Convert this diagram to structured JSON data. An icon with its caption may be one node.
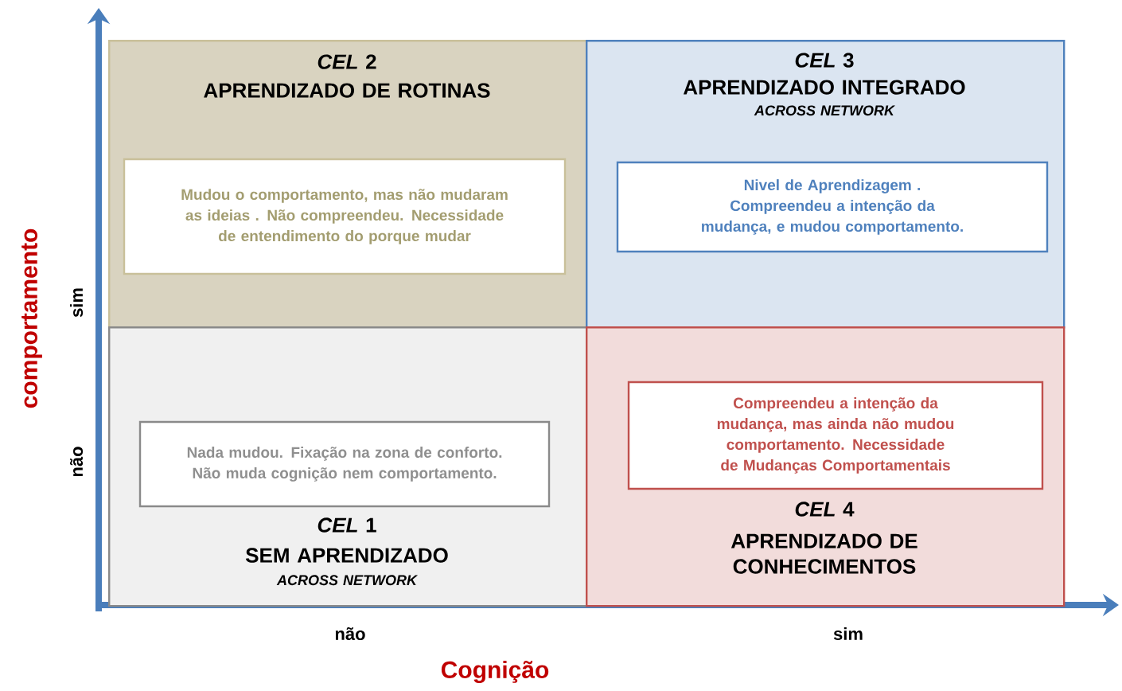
{
  "diagram": {
    "nodes": [
      {
        "text": [
          "*CEL* 2",
          "APRENDIZADO DE ROTINAS"
        ]
      },
      {
        "text": [
          "Mudou o comportamento, mas não mudaram as ideias . Não compreendeu. Necessidade de entendimento do porque mudar"
        ],
        "in": 0
      },
      {
        "text": [
          "*CEL* 3",
          "APRENDIZADO INTEGRADO",
          "ACROSS NETWORK"
        ]
      },
      {
        "text": [
          "Nivel de Aprendizagem . Compreendeu a intenção da mudança, e mudou comportamento."
        ],
        "in": 2
      },
      {
        "text": [
          "*CEL* 1",
          "SEM APRENDIZADO",
          "ACROSS NETWORK"
        ]
      },
      {
        "text": [
          "Nada mudou. Fixação na zona de conforto. Não muda cognição nem comportamento."
        ],
        "in": 4
      },
      {
        "text": [
          "*CEL* 4",
          "APRENDIZADO DE CONHECIMENTOS"
        ]
      },
      {
        "text": [
          "Compreendeu a intenção da mudança, mas ainda não mudou comportamento. Necessidade de Mudanças Comportamentais"
        ],
        "in": 6
      }
    ],
    "labels": [
      "comportamento",
      "sim",
      "não",
      "não",
      "sim",
      "Cognição"
    ]
  }
}
